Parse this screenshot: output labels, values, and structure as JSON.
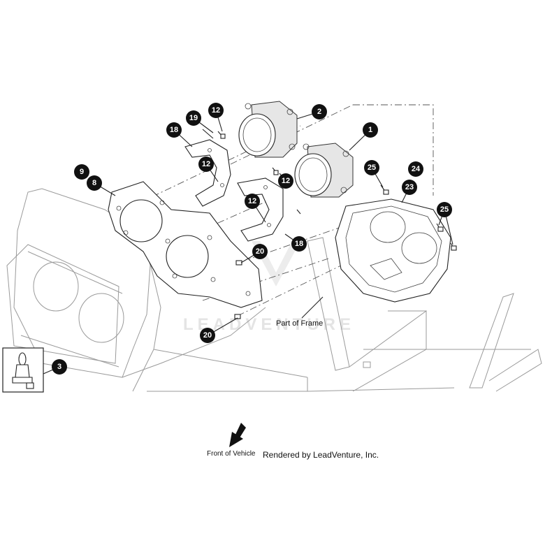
{
  "watermark": {
    "text": "LEADVENTURE"
  },
  "labels": {
    "frame": "Part of Frame",
    "front": "Front of Vehicle",
    "rendered": "Rendered by LeadVenture, Inc."
  },
  "callouts": {
    "c1": "1",
    "c2": "2",
    "c3": "3",
    "c8": "8",
    "c9": "9",
    "c12a": "12",
    "c12b": "12",
    "c12c": "12",
    "c12d": "12",
    "c18a": "18",
    "c18b": "18",
    "c19": "19",
    "c20a": "20",
    "c20b": "20",
    "c23": "23",
    "c24": "24",
    "c25a": "25",
    "c25b": "25"
  }
}
